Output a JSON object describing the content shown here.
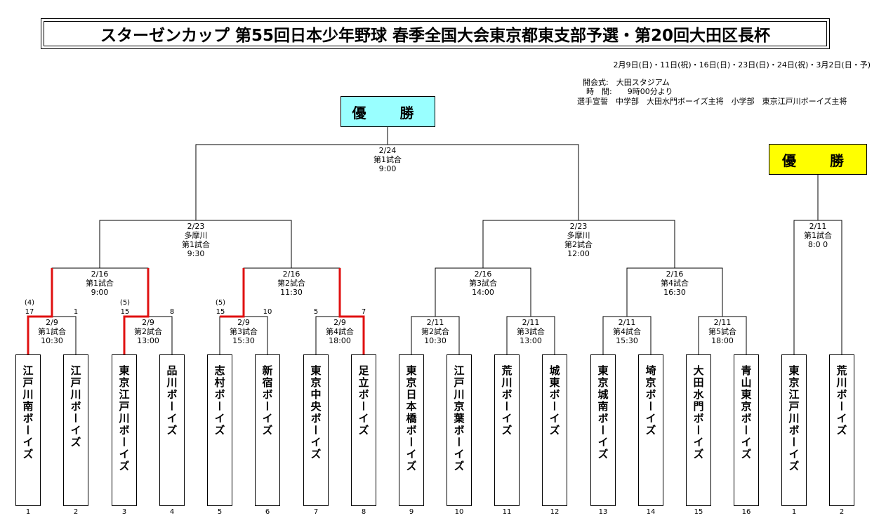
{
  "title": "スターゼンカップ 第55回日本少年野球 春季全国大会東京都東支部予選・第20回大田区長杯",
  "dates": "2月9日(日)・11日(祝)・16日(日)・23日(日)・24日(祝)・3月2日(日・予)",
  "info": {
    "opening": "開会式:　大田スタジアム",
    "time": "時　間:　　9時00分より",
    "oath": "選手宣誓　中学部　大田水門ボーイズ主将　小学部　東京江戸川ボーイズ主将"
  },
  "champion_main": "優　勝",
  "champion_side": "優　勝",
  "colors": {
    "main_champ_bg": "#99ffff",
    "side_champ_bg": "#ffff00",
    "winner_line": "#e01010"
  },
  "teams": [
    {
      "name": "江戸川南ボーイズ",
      "num": "1"
    },
    {
      "name": "江戸川ボーイズ",
      "num": "2"
    },
    {
      "name": "東京江戸川ボーイズ",
      "num": "3"
    },
    {
      "name": "品川ボーイズ",
      "num": "4"
    },
    {
      "name": "志村ボーイズ",
      "num": "5"
    },
    {
      "name": "新宿ボーイズ",
      "num": "6"
    },
    {
      "name": "東京中央ボーイズ",
      "num": "7"
    },
    {
      "name": "足立ボーイズ",
      "num": "8"
    },
    {
      "name": "東京日本橋ボーイズ",
      "num": "9"
    },
    {
      "name": "江戸川京葉ボーイズ",
      "num": "10"
    },
    {
      "name": "荒川ボーイズ",
      "num": "11"
    },
    {
      "name": "城東ボーイズ",
      "num": "12"
    },
    {
      "name": "東京城南ボーイズ",
      "num": "13"
    },
    {
      "name": "埼京ボーイズ",
      "num": "14"
    },
    {
      "name": "大田水門ボーイズ",
      "num": "15"
    },
    {
      "name": "青山東京ボーイズ",
      "num": "16"
    },
    {
      "name": "東京江戸川ボーイズ",
      "num": "1"
    },
    {
      "name": "荒川ボーイズ",
      "num": "2"
    }
  ],
  "matches": {
    "r1_1": "2/9\n第1試合\n10:30",
    "r1_2": "2/9\n第2試合\n13:00",
    "r1_3": "2/9\n第3試合\n15:30",
    "r1_4": "2/9\n第4試合\n18:00",
    "r1_5": "2/11\n第2試合\n10:30",
    "r1_6": "2/11\n第3試合\n13:00",
    "r1_7": "2/11\n第4試合\n15:30",
    "r1_8": "2/11\n第5試合\n18:00",
    "r2_1": "2/16\n第1試合\n9:00",
    "r2_2": "2/16\n第2試合\n11:30",
    "r2_3": "2/16\n第3試合\n14:00",
    "r2_4": "2/16\n第4試合\n16:30",
    "sf_1": "2/23\n多摩川\n第1試合\n9:30",
    "sf_2": "2/23\n多摩川\n第2試合\n12:00",
    "final": "2/24\n第1試合\n9:00",
    "side": "2/11\n第1試合\n8:0 0"
  },
  "scores": {
    "m1_l": "17",
    "m1_l_extra": "(4)",
    "m1_r": "1",
    "m2_l": "15",
    "m2_l_extra": "(5)",
    "m2_r": "8",
    "m3_l": "15",
    "m3_l_extra": "(5)",
    "m3_r": "10",
    "m4_l": "5",
    "m4_r": "7"
  }
}
